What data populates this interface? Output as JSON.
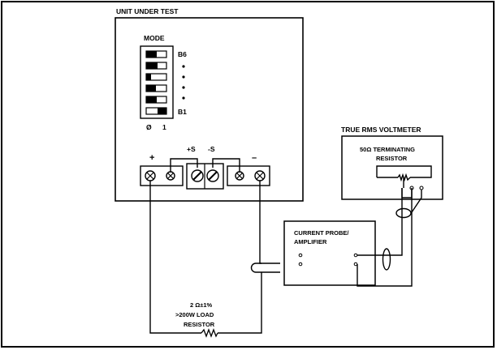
{
  "unit_under_test": {
    "title": "UNIT UNDER TEST",
    "mode_label": "MODE",
    "bit_high": "B6",
    "bit_low": "B1",
    "axis_zero": "Ø",
    "axis_one": "1",
    "term_plus": "+",
    "term_plus_s": "+S",
    "term_minus_s": "-S",
    "term_minus": "–"
  },
  "voltmeter": {
    "title": "TRUE RMS VOLTMETER",
    "resistor_line1": "50Ω TERMINATING",
    "resistor_line2": "RESISTOR"
  },
  "current_probe": {
    "line1": "CURRENT PROBE/",
    "line2": "AMPLIFIER"
  },
  "load_resistor": {
    "line1": "2  Ω±1%",
    "line2": ">200W LOAD",
    "line3": "RESISTOR"
  }
}
